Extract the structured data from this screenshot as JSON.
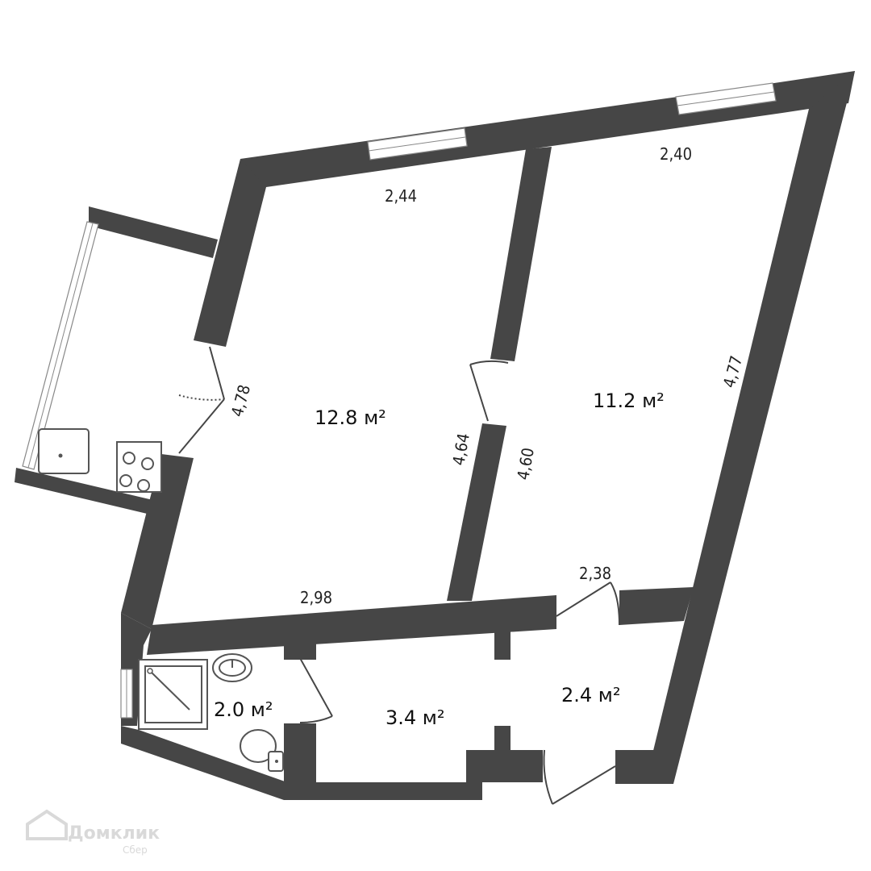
{
  "rooms": [
    {
      "id": "room-left",
      "area": "12.8 м²"
    },
    {
      "id": "room-right",
      "area": "11.2 м²"
    },
    {
      "id": "bathroom",
      "area": "2.0 м²"
    },
    {
      "id": "hall",
      "area": "3.4 м²"
    },
    {
      "id": "entry",
      "area": "2.4 м²"
    }
  ],
  "dimensions": {
    "left_top": "2,44",
    "right_top": "2,40",
    "left_side": "4,78",
    "left_inner": "4,64",
    "right_inner": "4,60",
    "right_side": "4,77",
    "left_bottom": "2,98",
    "right_bottom": "2,38"
  },
  "watermark": {
    "brand": "Домклик",
    "sub": "Сбер"
  }
}
